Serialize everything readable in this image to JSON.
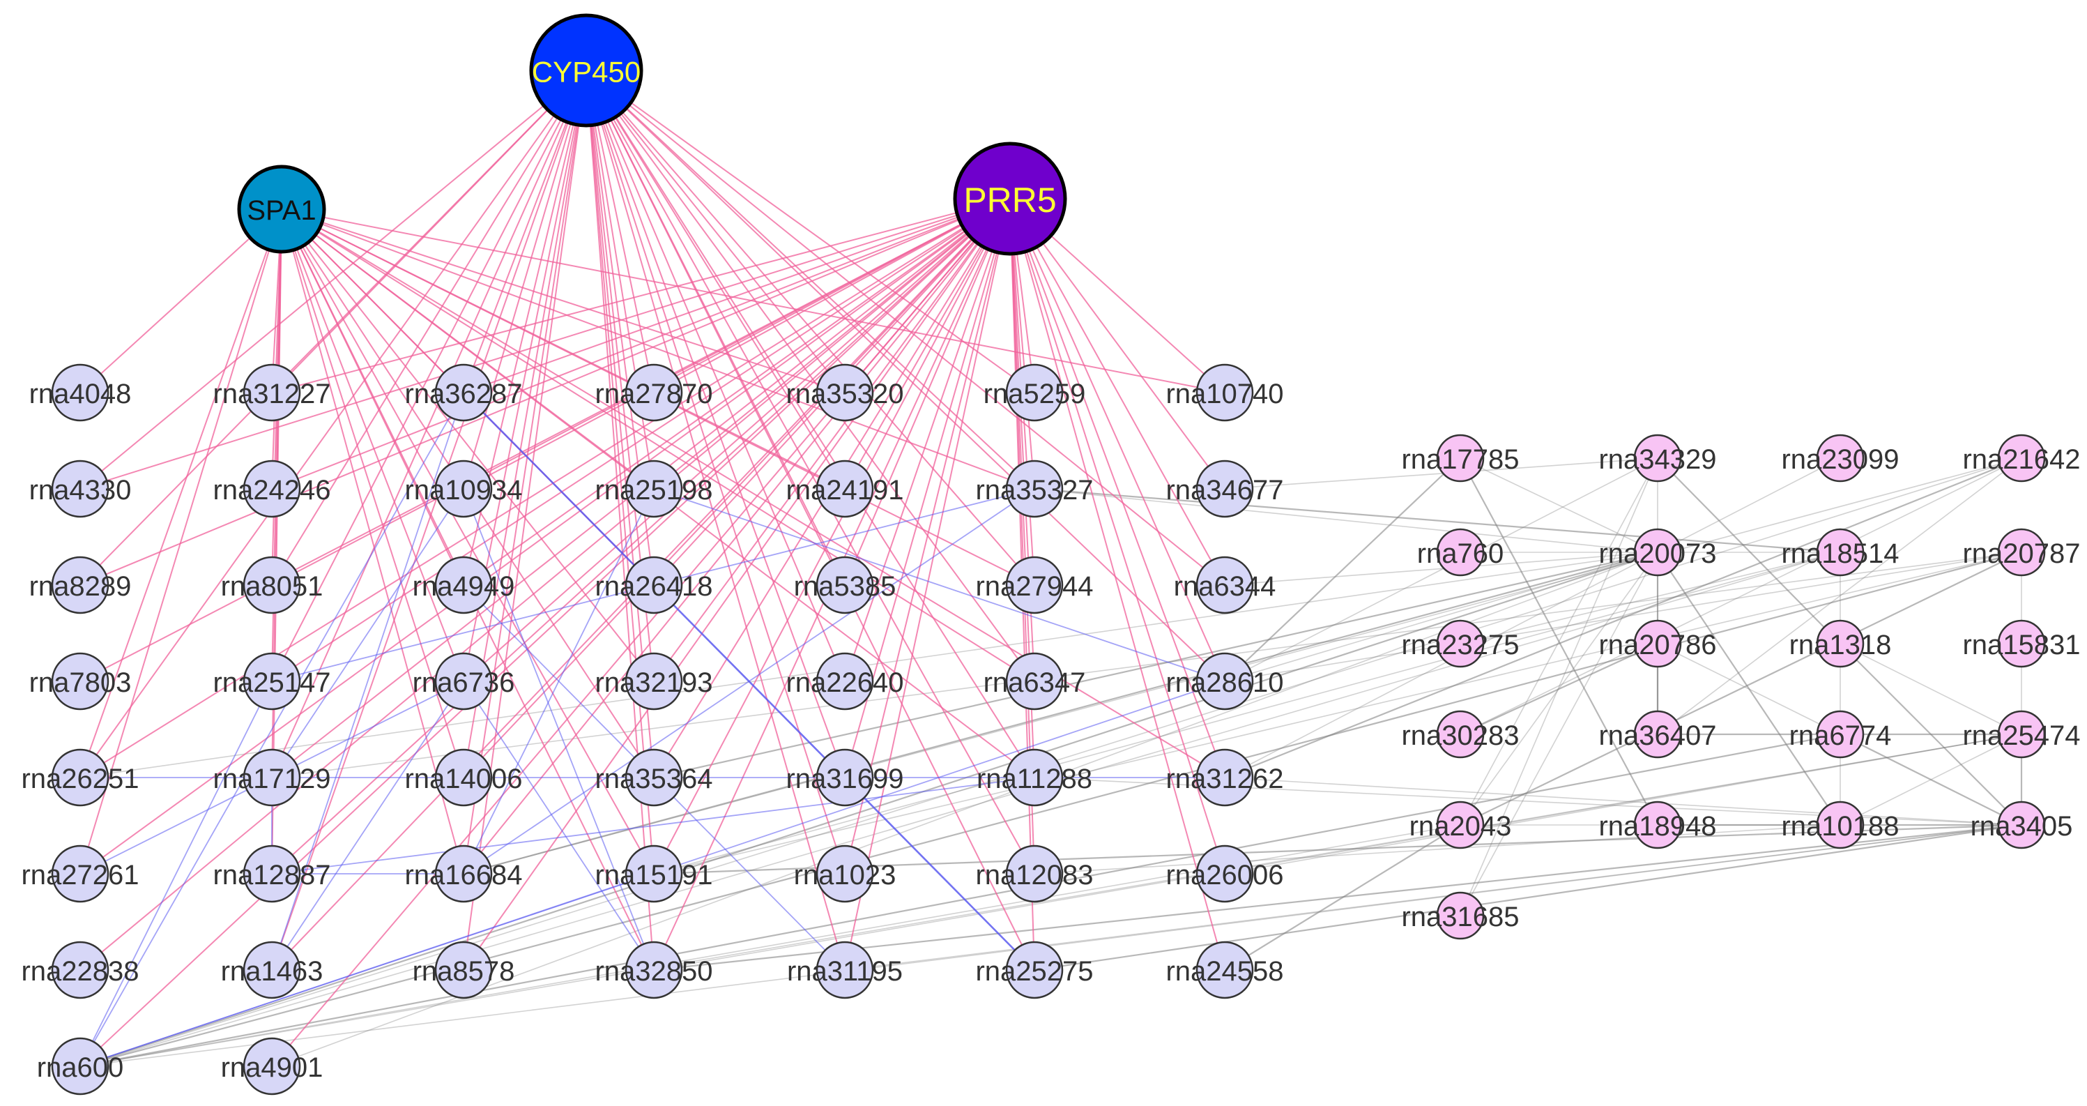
{
  "colors": {
    "background": "#ffffff",
    "edge_hub": "#f0609a",
    "edge_blue": "#5a5af0",
    "edge_gray": "#7d7d7d",
    "node_purple": "#d7d7f7",
    "node_pink": "#f8c4f4",
    "node_stroke": "#333333"
  },
  "hubs": [
    {
      "id": "CYP450",
      "label": "CYP450",
      "fill": "#0033ff",
      "text_color": "#ffff33"
    },
    {
      "id": "SPA1",
      "label": "SPA1",
      "fill": "#0091c9",
      "text_color": "#111111"
    },
    {
      "id": "PRR5",
      "label": "PRR5",
      "fill": "#6f00cc",
      "text_color": "#ffff33"
    }
  ],
  "left_group": {
    "fill": "#d7d7f7",
    "columns": [
      [
        "rna4048",
        "rna4330",
        "rna8289",
        "rna7803",
        "rna26251",
        "rna27261",
        "rna22838",
        "rna600"
      ],
      [
        "rna31227",
        "rna24246",
        "rna8051",
        "rna25147",
        "rna17129",
        "rna12887",
        "rna1463",
        "rna4901"
      ],
      [
        "rna36287",
        "rna10934",
        "rna4949",
        "rna6736",
        "rna14006",
        "rna16684",
        "rna8578"
      ],
      [
        "rna27870",
        "rna25198",
        "rna26418",
        "rna32193",
        "rna35364",
        "rna15191",
        "rna32850"
      ],
      [
        "rna35320",
        "rna24191",
        "rna5385",
        "rna22640",
        "rna31699",
        "rna1023",
        "rna31195"
      ],
      [
        "rna5259",
        "rna35327",
        "rna27944",
        "rna6347",
        "rna11288",
        "rna12083",
        "rna25275"
      ],
      [
        "rna10740",
        "rna34677",
        "rna6344",
        "rna28610",
        "rna31262",
        "rna26006",
        "rna24558"
      ]
    ]
  },
  "right_group": {
    "fill": "#f8c4f4",
    "columns": [
      [
        "rna17785",
        "rna760",
        "rna23275",
        "rna30283",
        "rna2043",
        "rna31685"
      ],
      [
        "rna34329",
        "rna20073",
        "rna20786",
        "rna36407",
        "rna18948"
      ],
      [
        "rna23099",
        "rna18514",
        "rna1318",
        "rna6774",
        "rna10188"
      ],
      [
        "rna21642",
        "rna20787",
        "rna15831",
        "rna25474",
        "rna3405"
      ]
    ]
  },
  "edges": {
    "CYP450": [
      "rna31227",
      "rna36287",
      "rna27870",
      "rna35320",
      "rna5259",
      "rna10934",
      "rna25198",
      "rna24191",
      "rna35327",
      "rna8051",
      "rna4949",
      "rna26418",
      "rna5385",
      "rna27944",
      "rna25147",
      "rna6736",
      "rna32193",
      "rna22640",
      "rna6347",
      "rna17129",
      "rna14006",
      "rna35364",
      "rna31699",
      "rna11288",
      "rna16684",
      "rna15191",
      "rna1023",
      "rna12083",
      "rna1463",
      "rna8578",
      "rna32850",
      "rna31195",
      "rna25275",
      "rna6344",
      "rna28610",
      "rna26251",
      "rna8289",
      "rna4330"
    ],
    "SPA1": [
      "rna4048",
      "rna31227",
      "rna24246",
      "rna8051",
      "rna25147",
      "rna17129",
      "rna12887",
      "rna27261",
      "rna26251",
      "rna36287",
      "rna25198",
      "rna26418",
      "rna6736",
      "rna35364",
      "rna15191",
      "rna16684",
      "rna32850",
      "rna24191",
      "rna35320",
      "rna27944",
      "rna35327",
      "rna6347",
      "rna11288",
      "rna31262",
      "rna10740",
      "rna4949",
      "rna32193",
      "rna14006"
    ],
    "PRR5": [
      "rna5259",
      "rna35327",
      "rna27944",
      "rna6347",
      "rna11288",
      "rna12083",
      "rna25275",
      "rna10740",
      "rna34677",
      "rna6344",
      "rna28610",
      "rna31262",
      "rna24558",
      "rna35320",
      "rna24191",
      "rna5385",
      "rna22640",
      "rna31699",
      "rna1023",
      "rna31195",
      "rna27870",
      "rna25198",
      "rna26418",
      "rna32193",
      "rna35364",
      "rna15191",
      "rna32850",
      "rna36287",
      "rna10934",
      "rna4949",
      "rna6736",
      "rna14006",
      "rna16684",
      "rna8578",
      "rna31227",
      "rna24246",
      "rna8051",
      "rna25147",
      "rna17129",
      "rna12887",
      "rna1463",
      "rna4901",
      "rna4330",
      "rna8289",
      "rna7803",
      "rna26251",
      "rna27261",
      "rna22838",
      "rna600",
      "rna26006"
    ],
    "blue": [
      [
        "rna36287",
        "rna26418"
      ],
      [
        "rna26418",
        "rna25275"
      ],
      [
        "rna25198",
        "rna28610"
      ],
      [
        "rna600",
        "rna28610"
      ],
      [
        "rna600",
        "rna36287"
      ],
      [
        "rna1463",
        "rna36287"
      ],
      [
        "rna600",
        "rna25147"
      ],
      [
        "rna17129",
        "rna10934"
      ],
      [
        "rna27261",
        "rna6736"
      ],
      [
        "rna12887",
        "rna16684"
      ],
      [
        "rna16684",
        "rna25198"
      ],
      [
        "rna25147",
        "rna35327"
      ],
      [
        "rna600",
        "rna15191"
      ],
      [
        "rna35364",
        "rna31262"
      ],
      [
        "rna26251",
        "rna35364"
      ],
      [
        "rna6736",
        "rna32850"
      ],
      [
        "rna10934",
        "rna32850"
      ],
      [
        "rna1463",
        "rna6736"
      ],
      [
        "rna16684",
        "rna35327"
      ],
      [
        "rna4949",
        "rna31195"
      ],
      [
        "rna17129",
        "rna12887"
      ],
      [
        "rna12887",
        "rna11288"
      ]
    ],
    "gray": [
      [
        "rna600",
        "rna20073"
      ],
      [
        "rna600",
        "rna18514"
      ],
      [
        "rna600",
        "rna25474"
      ],
      [
        "rna600",
        "rna20787"
      ],
      [
        "rna600",
        "rna3405"
      ],
      [
        "rna600",
        "rna21642"
      ],
      [
        "rna600",
        "rna6774"
      ],
      [
        "rna600",
        "rna2043"
      ],
      [
        "rna4901",
        "rna20073"
      ],
      [
        "rna16684",
        "rna20073"
      ],
      [
        "rna16684",
        "rna21642"
      ],
      [
        "rna15191",
        "rna18514"
      ],
      [
        "rna15191",
        "rna3405"
      ],
      [
        "rna15191",
        "rna20787"
      ],
      [
        "rna32850",
        "rna25474"
      ],
      [
        "rna32850",
        "rna3405"
      ],
      [
        "rna31195",
        "rna3405"
      ],
      [
        "rna26006",
        "rna25474"
      ],
      [
        "rna25275",
        "rna3405"
      ],
      [
        "rna28610",
        "rna34329"
      ],
      [
        "rna28610",
        "rna20073"
      ],
      [
        "rna28610",
        "rna17785"
      ],
      [
        "rna28610",
        "rna20787"
      ],
      [
        "rna31262",
        "rna20073"
      ],
      [
        "rna31262",
        "rna21642"
      ],
      [
        "rna31262",
        "rna3405"
      ],
      [
        "rna35327",
        "rna20073"
      ],
      [
        "rna35327",
        "rna18514"
      ],
      [
        "rna26251",
        "rna20073"
      ],
      [
        "rna17129",
        "rna20787"
      ],
      [
        "rna35364",
        "rna20073"
      ],
      [
        "rna11288",
        "rna3405"
      ],
      [
        "rna12083",
        "rna10188"
      ],
      [
        "rna24558",
        "rna2043"
      ],
      [
        "rna6344",
        "rna20073"
      ],
      [
        "rna34677",
        "rna34329"
      ],
      [
        "rna34329",
        "rna1318"
      ],
      [
        "rna34329",
        "rna20073"
      ],
      [
        "rna20073",
        "rna20786"
      ],
      [
        "rna20073",
        "rna36407"
      ],
      [
        "rna20073",
        "rna31685"
      ],
      [
        "rna20073",
        "rna18514"
      ],
      [
        "rna20073",
        "rna10188"
      ],
      [
        "rna20073",
        "rna2043"
      ],
      [
        "rna20786",
        "rna6774"
      ],
      [
        "rna20786",
        "rna36407"
      ],
      [
        "rna18514",
        "rna1318"
      ],
      [
        "rna1318",
        "rna6774"
      ],
      [
        "rna1318",
        "rna3405"
      ],
      [
        "rna1318",
        "rna25474"
      ],
      [
        "rna6774",
        "rna10188"
      ],
      [
        "rna6774",
        "rna3405"
      ],
      [
        "rna20787",
        "rna15831"
      ],
      [
        "rna15831",
        "rna25474"
      ],
      [
        "rna25474",
        "rna3405"
      ],
      [
        "rna25474",
        "rna10188"
      ],
      [
        "rna17785",
        "rna20073"
      ],
      [
        "rna17785",
        "rna18948"
      ],
      [
        "rna760",
        "rna20073"
      ],
      [
        "rna23275",
        "rna18514"
      ],
      [
        "rna30283",
        "rna20786"
      ],
      [
        "rna30283",
        "rna21642"
      ],
      [
        "rna2043",
        "rna10188"
      ],
      [
        "rna18948",
        "rna3405"
      ],
      [
        "rna23099",
        "rna20073"
      ],
      [
        "rna21642",
        "rna36407"
      ],
      [
        "rna20787",
        "rna2043"
      ],
      [
        "rna31685",
        "rna34329"
      ],
      [
        "rna34329",
        "rna2043"
      ],
      [
        "rna36407",
        "rna25474"
      ]
    ]
  }
}
